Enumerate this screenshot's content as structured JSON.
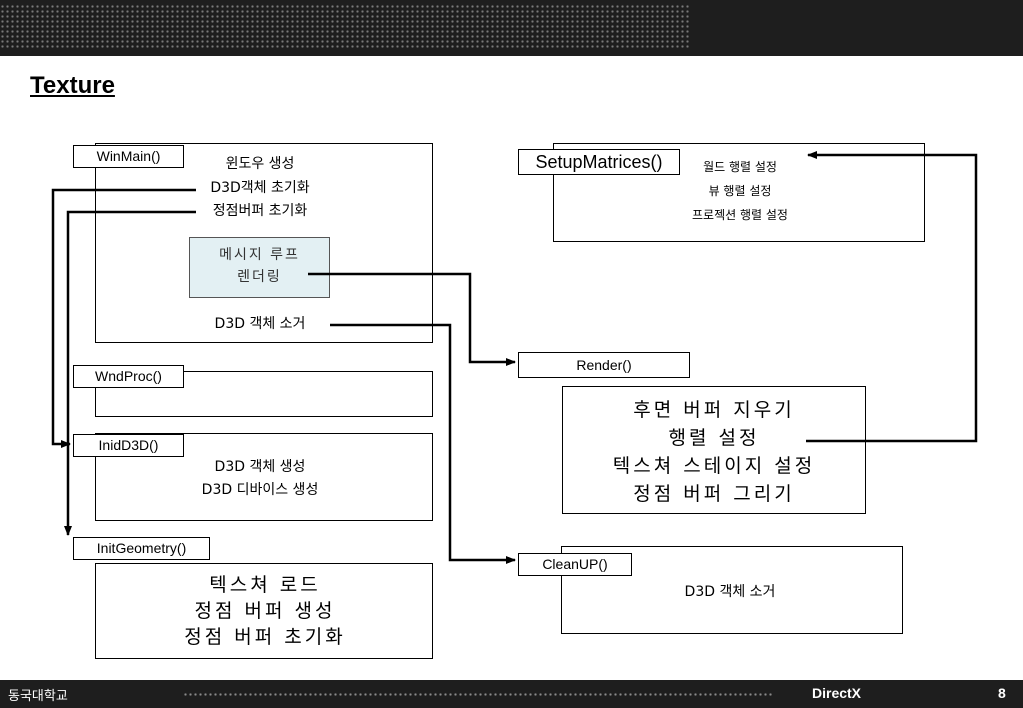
{
  "slide": {
    "title": "Texture",
    "footer_left": "동국대학교",
    "footer_center": "DirectX",
    "page_number": "8"
  },
  "winmain": {
    "label": "WinMain()",
    "lines": [
      "윈도우 생성",
      "D3D객체 초기화",
      "정점버퍼 초기화"
    ],
    "loop_lines": [
      "메시지 루프",
      "렌더링"
    ],
    "cleanup_text": "D3D 객체 소거"
  },
  "wndproc": {
    "label": "WndProc()"
  },
  "initd3d": {
    "label": "InidD3D()",
    "lines": [
      "D3D 객체 생성",
      "D3D 디바이스 생성"
    ]
  },
  "initgeometry": {
    "label": "InitGeometry()",
    "lines": [
      "텍스쳐 로드",
      "정점 버퍼 생성",
      "정점 버퍼 초기화"
    ]
  },
  "setupmatrices": {
    "label": "SetupMatrices()",
    "lines": [
      "월드 행렬 설정",
      "뷰 행렬 설정",
      "프로젝션 행렬 설정"
    ]
  },
  "render": {
    "label": "Render()",
    "lines": [
      "후면 버퍼 지우기",
      "행렬 설정",
      "텍스쳐 스테이지 설정",
      "정점 버퍼 그리기"
    ]
  },
  "cleanup": {
    "label": "CleanUP()",
    "lines": [
      "D3D 객체 소거"
    ]
  }
}
